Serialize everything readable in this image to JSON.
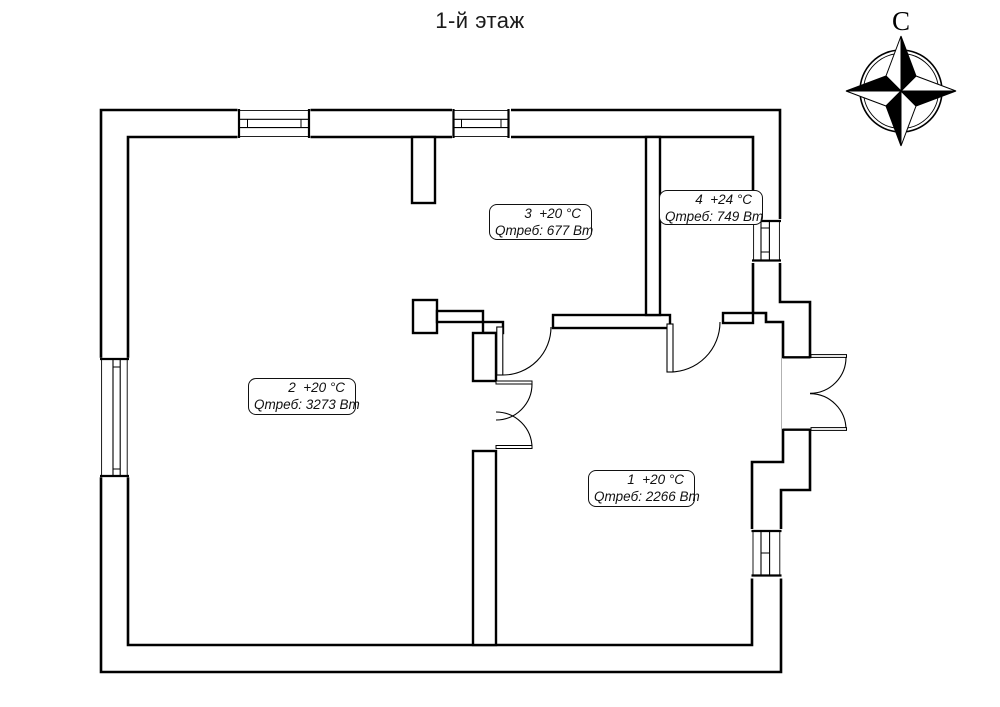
{
  "title": "1-й этаж",
  "compass": {
    "north_label": "С"
  },
  "room_labels": [
    {
      "room": "1",
      "temperature": "1  +20 °C",
      "heat_demand": "Qтреб: 2266 Вт"
    },
    {
      "room": "2",
      "temperature": "2  +20 °C",
      "heat_demand": "Qтреб: 3273 Вт"
    },
    {
      "room": "3",
      "temperature": "3  +20 °C",
      "heat_demand": "Qтреб: 677 Вт"
    },
    {
      "room": "4",
      "temperature": "4  +24 °C",
      "heat_demand": "Qтреб: 749 Вт"
    }
  ],
  "colors": {
    "background": "#ffffff",
    "line": "#000000"
  }
}
